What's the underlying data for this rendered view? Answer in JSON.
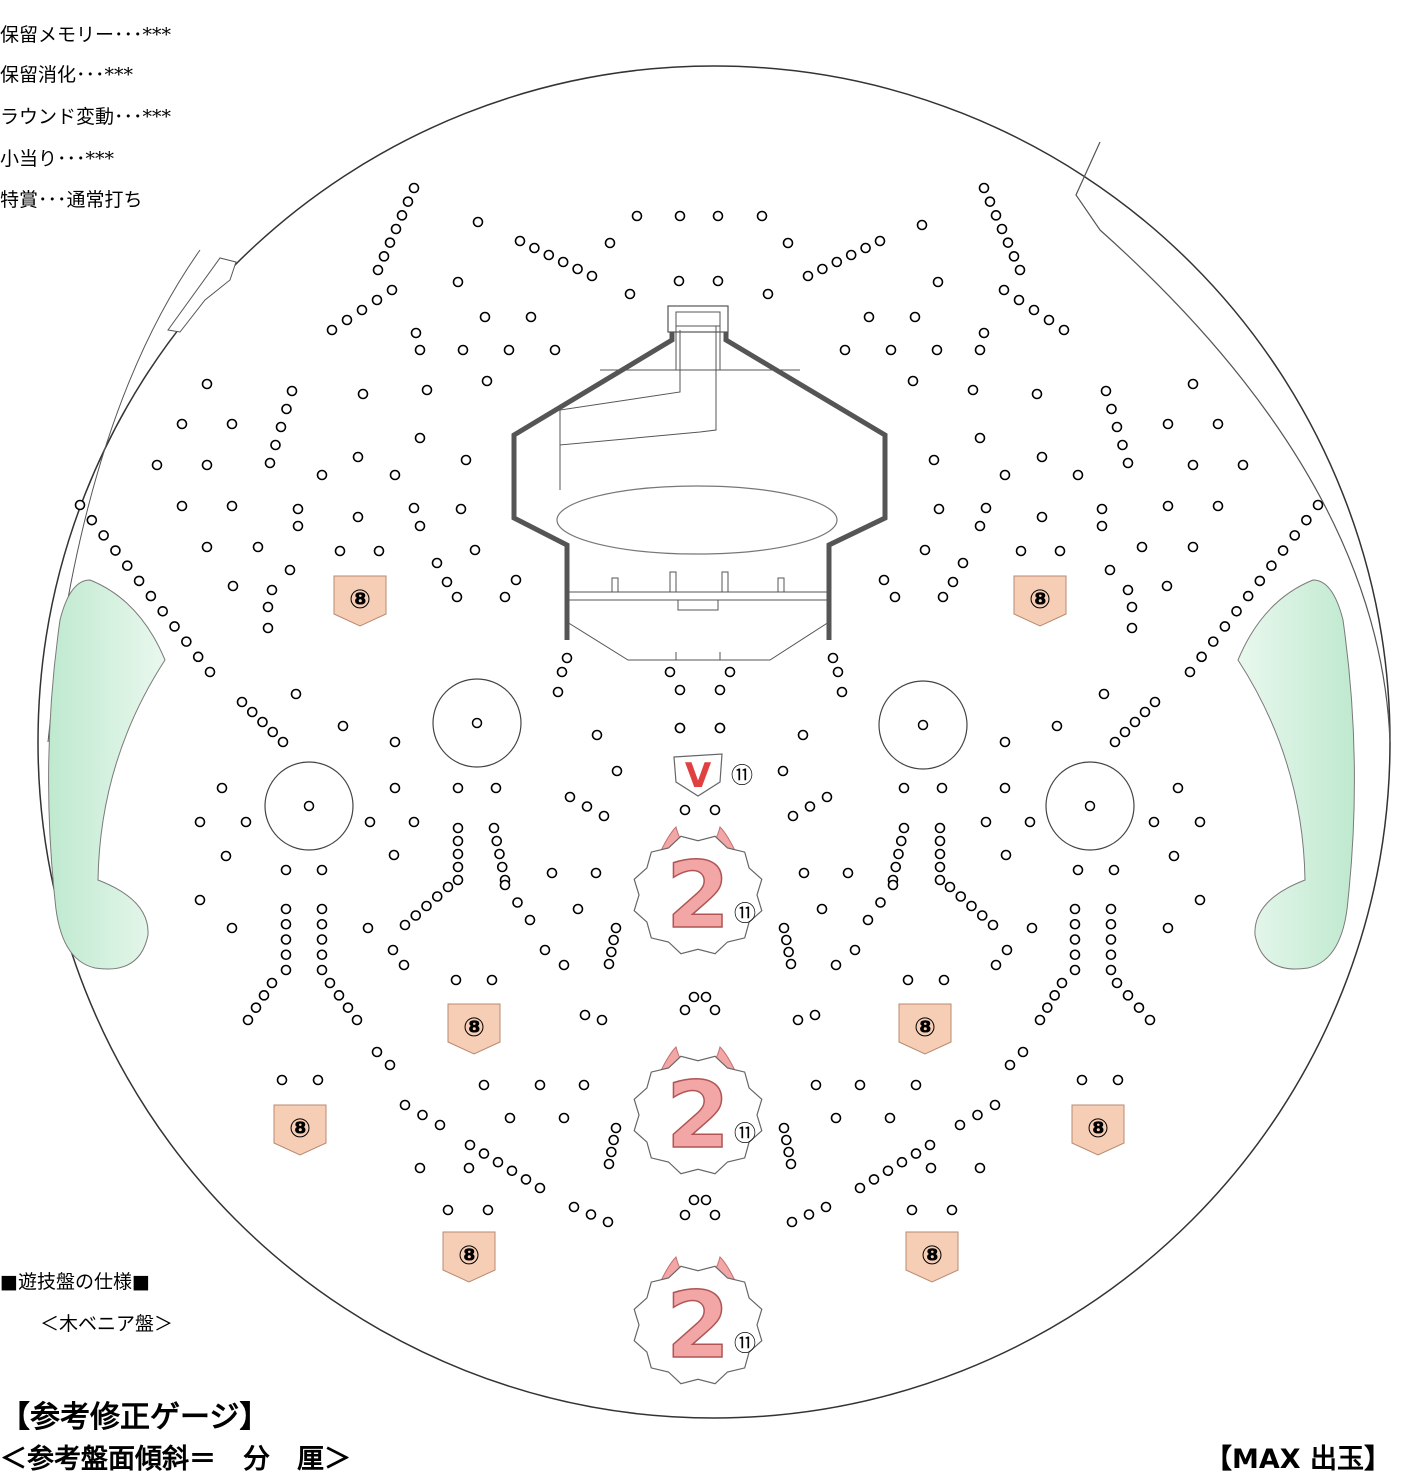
{
  "spec_list": [
    {
      "label": "保留メモリー･･･***"
    },
    {
      "label": "保留消化･･･***"
    },
    {
      "label": "ラウンド変動･･･***"
    },
    {
      "label": "小当り･･･***"
    },
    {
      "label": "特賞･･･通常打ち"
    }
  ],
  "board_spec": {
    "heading": "■遊技盤の仕様■",
    "type": "＜木ベニア盤＞"
  },
  "gauge": {
    "title": "【参考修正ゲージ】",
    "incline": "＜参考盤面傾斜＝　分　厘＞",
    "max_out": "【MAX 出玉】"
  },
  "pockets": {
    "side_value": "⑧",
    "center_value": "⑪",
    "v_label": "V",
    "tulip_label": "2"
  },
  "colors": {
    "pocket_fill": "#f6cdb5",
    "tulip_fill": "#f2a6a6",
    "v_color": "#e04040",
    "side_rail": "#cdeedd",
    "stage_stroke": "#555555"
  }
}
